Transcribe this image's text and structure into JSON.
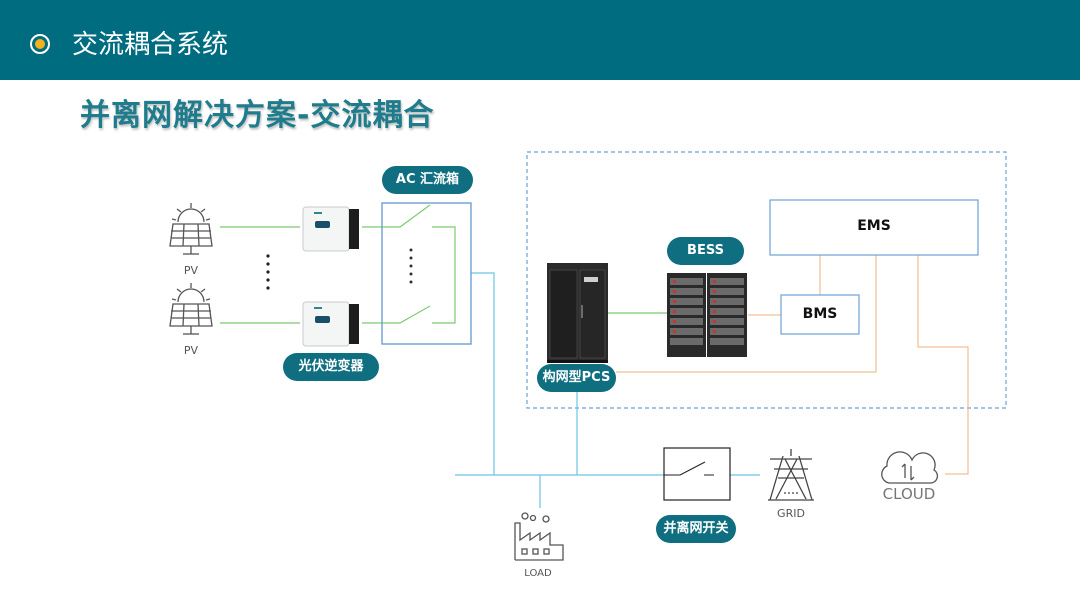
{
  "header": {
    "title": "交流耦合系统"
  },
  "subtitle": "并离网解决方案-交流耦合",
  "labels": {
    "ac_combiner": "AC 汇流箱",
    "pv_inverter": "光伏逆变器",
    "pcs": "构网型PCS",
    "bess": "BESS",
    "ems": "EMS",
    "bms": "BMS",
    "switch": "并离网开关",
    "pv1": "PV",
    "pv2": "PV",
    "load": "LOAD",
    "grid": "GRID",
    "cloud": "CLOUD"
  },
  "colors": {
    "header_bg": "#006c80",
    "accent_dot": "#f3b21b",
    "pill_bg": "#0f6f80",
    "ac_line": "#7ecb73",
    "bus_line": "#6cc4e6",
    "comm_line": "#f2b07a",
    "box_border": "#6ea0d6"
  },
  "icons": [
    "solar-panel-icon",
    "inverter-icon",
    "pcs-cabinet-icon",
    "battery-rack-icon",
    "factory-icon",
    "transmission-tower-icon",
    "cloud-icon",
    "switch-icon"
  ]
}
